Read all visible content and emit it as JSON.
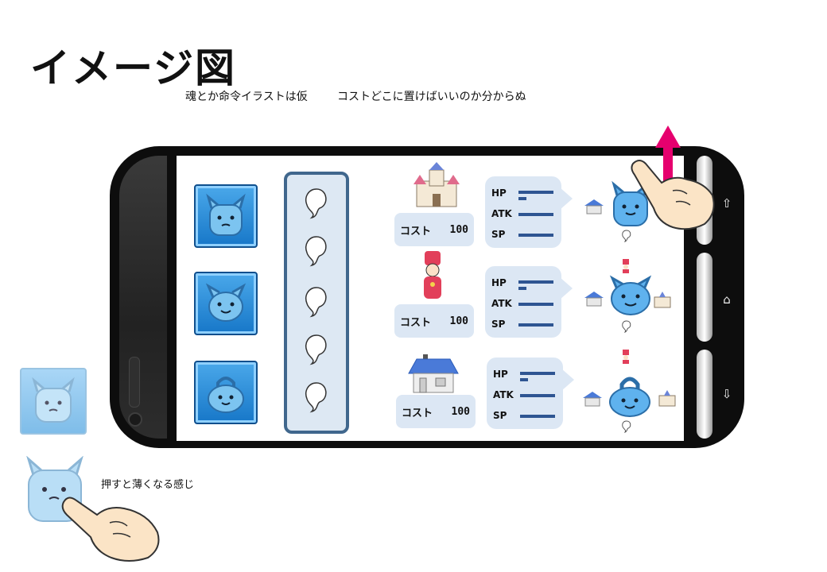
{
  "title": "イメージ図",
  "notes": {
    "illustration_note": "魂とか命令イラストは仮",
    "cost_note": "コストどこに置けばいいのか分からぬ",
    "press_note": "押すと薄くなる感じ"
  },
  "units": [
    {
      "cost_label": "コスト",
      "cost_value": "100",
      "hp": "HP",
      "atk": "ATK",
      "sp": "SP",
      "target_icon": "castle-icon"
    },
    {
      "cost_label": "コスト",
      "cost_value": "100",
      "hp": "HP",
      "atk": "ATK",
      "sp": "SP",
      "target_icon": "soldier-icon"
    },
    {
      "cost_label": "コスト",
      "cost_value": "100",
      "hp": "HP",
      "atk": "ATK",
      "sp": "SP",
      "target_icon": "house-icon"
    }
  ],
  "colors": {
    "accent": "#1777c8",
    "panel": "#dce7f4",
    "arrow": "#e6006e",
    "frame": "#40678d"
  }
}
